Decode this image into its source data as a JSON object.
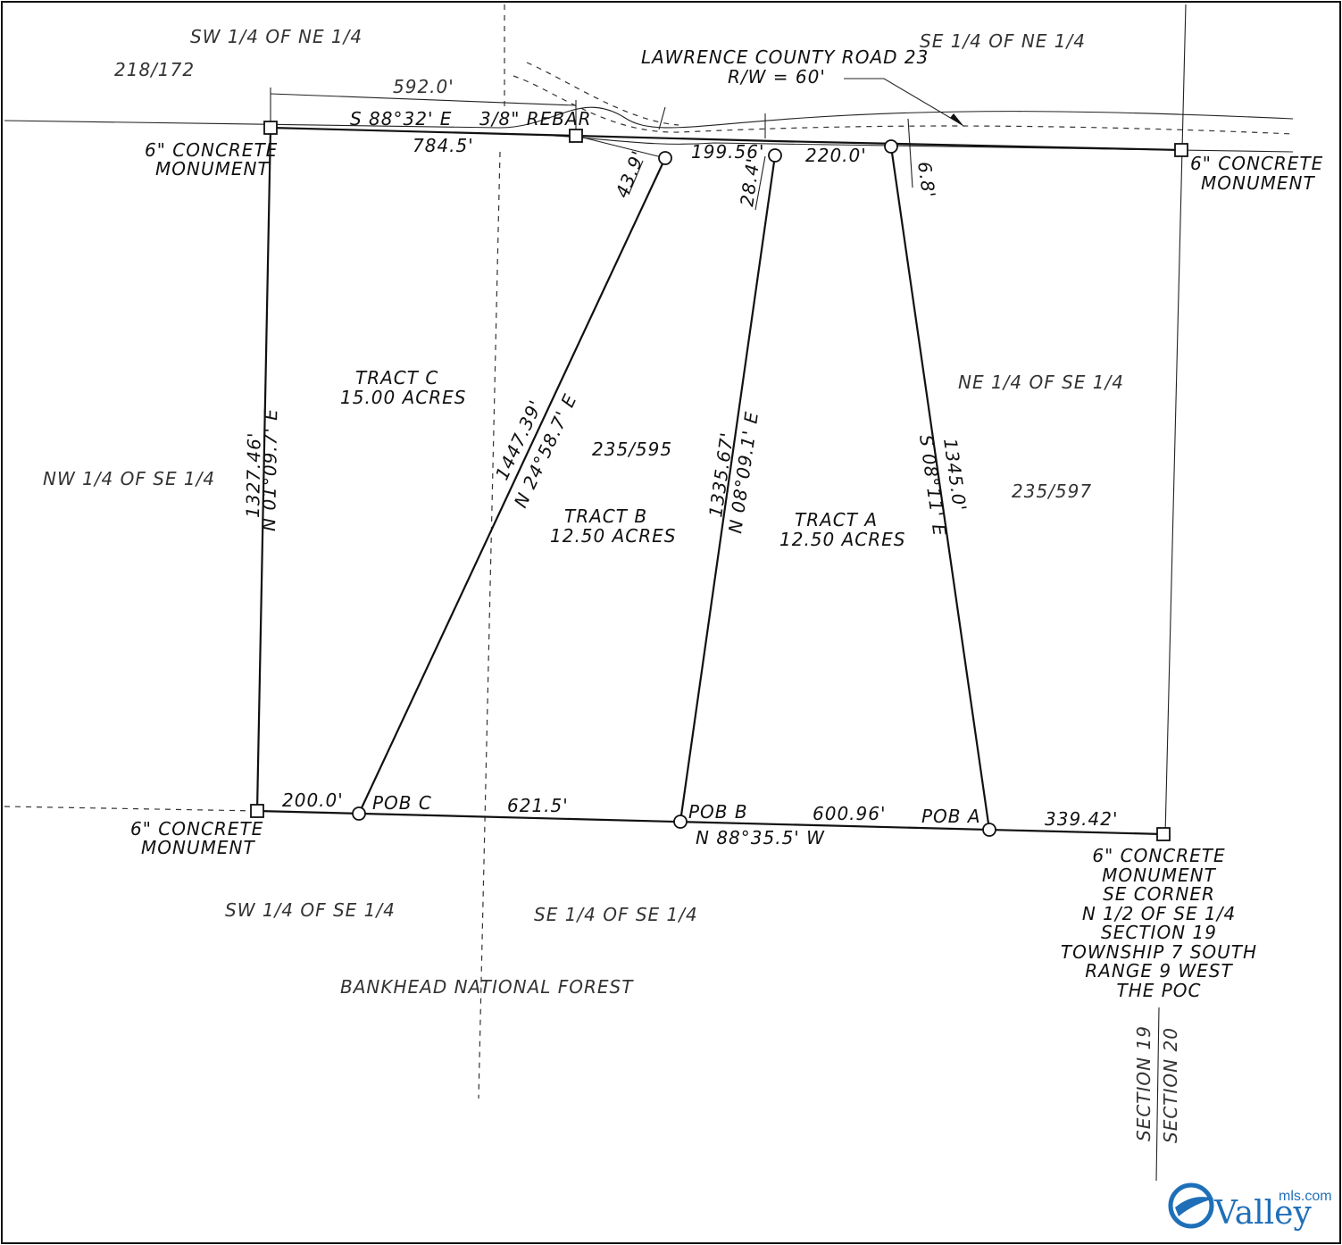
{
  "parcels": {
    "sw_ne": "SW 1/4  OF NE 1/4",
    "se_ne": "SE 1/4  OF NE 1/4",
    "nw_se": "NW 1/4  OF SE 1/4",
    "ne_se": "NE 1/4  OF SE 1/4",
    "sw_se": "SW 1/4  OF SE 1/4",
    "se_se": "SE 1/4  OF SE 1/4",
    "book_218": "218/172",
    "book_235_595": "235/595",
    "book_235_597": "235/597",
    "forest": "BANKHEAD NATIONAL FOREST"
  },
  "road": {
    "name": "LAWRENCE COUNTY ROAD 23",
    "rw": "R/W = 60'"
  },
  "tracts": {
    "c_name": "TRACT C",
    "c_area": "15.00 ACRES",
    "b_name": "TRACT B",
    "b_area": "12.50 ACRES",
    "a_name": "TRACT A",
    "a_area": "12.50 ACRES"
  },
  "dimensions": {
    "d592": "592.0'",
    "bearing_top": "S 88°32' E",
    "rebar": "3/8\" REBAR",
    "d784": "784.5'",
    "d43": "43.9'",
    "d19956": "199.56'",
    "d284": "28.4'",
    "d2200": "220.0'",
    "d68": "6.8'",
    "west_dist": "1327.46'",
    "west_bearing": "N 01°09.7' E",
    "c_dist": "1447.39'",
    "c_bearing": "N 24°58.7' E",
    "b_dist": "1335.67'",
    "b_bearing": "N 08°09.1' E",
    "a_bearing": "S 08°11' E",
    "a_dist": "1345.0'",
    "d200": "200.0'",
    "d6215": "621.5'",
    "d60096": "600.96'",
    "d33942": "339.42'",
    "bearing_bottom": "N 88°35.5' W"
  },
  "points": {
    "pob_c": "POB  C",
    "pob_b": "POB  B",
    "pob_a": "POB  A"
  },
  "monuments": {
    "nw_1": "6\" CONCRETE",
    "nw_2": "MONUMENT",
    "ne_1": "6\" CONCRETE",
    "ne_2": "MONUMENT",
    "sw_1": "6\" CONCRETE",
    "sw_2": "MONUMENT",
    "se_1": "6\" CONCRETE",
    "se_2": "MONUMENT",
    "se_3": "SE CORNER",
    "se_4": "N 1/2  OF SE 1/4",
    "se_5": "SECTION 19",
    "se_6": "TOWNSHIP 7 SOUTH",
    "se_7": "RANGE 9 WEST",
    "se_8": "THE POC"
  },
  "sections": {
    "s19": "SECTION 19",
    "s20": "SECTION 20"
  },
  "logo": {
    "brand": "Valley",
    "sup": "mls.com"
  }
}
